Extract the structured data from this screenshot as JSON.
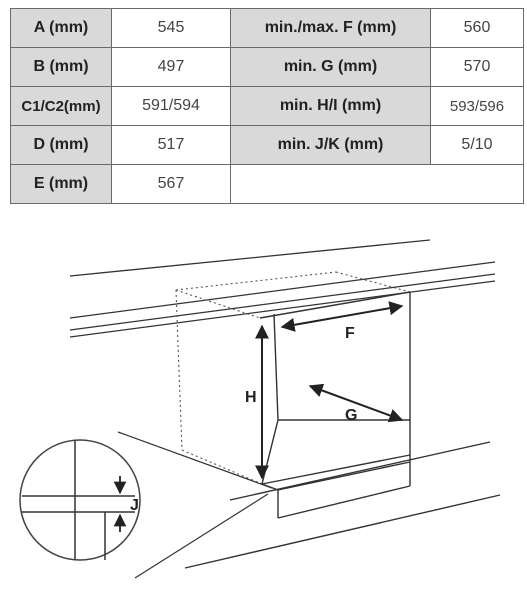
{
  "table": {
    "rows": [
      {
        "label_a": "A (mm)",
        "value_a": "545",
        "label_b": "min./max. F (mm)",
        "value_b": "560"
      },
      {
        "label_a": "B (mm)",
        "value_a": "497",
        "label_b": "min. G (mm)",
        "value_b": "570"
      },
      {
        "label_a": "C1/C2(mm)",
        "value_a": "591/594",
        "label_b": "min. H/I (mm)",
        "value_b": "593/596"
      },
      {
        "label_a": "D (mm)",
        "value_a": "517",
        "label_b": "min. J/K (mm)",
        "value_b": "5/10"
      },
      {
        "label_a": "E (mm)",
        "value_a": "567",
        "label_b": "",
        "value_b": ""
      }
    ]
  },
  "diagram": {
    "label_f": "F",
    "label_g": "G",
    "label_h": "H",
    "label_j": "J"
  }
}
